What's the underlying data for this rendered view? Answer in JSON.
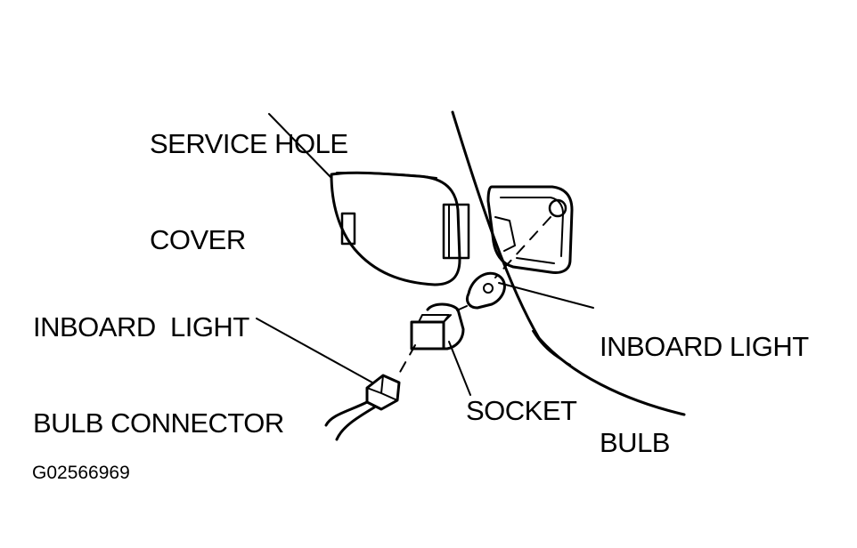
{
  "labels": {
    "service_hole_cover": [
      "SERVICE HOLE",
      "COVER"
    ],
    "inboard_light_bulb_connector": [
      "INBOARD  LIGHT",
      "BULB CONNECTOR"
    ],
    "inboard_light_bulb": [
      "INBOARD LIGHT",
      "BULB"
    ],
    "socket": "SOCKET"
  },
  "figure_code": "G02566969"
}
